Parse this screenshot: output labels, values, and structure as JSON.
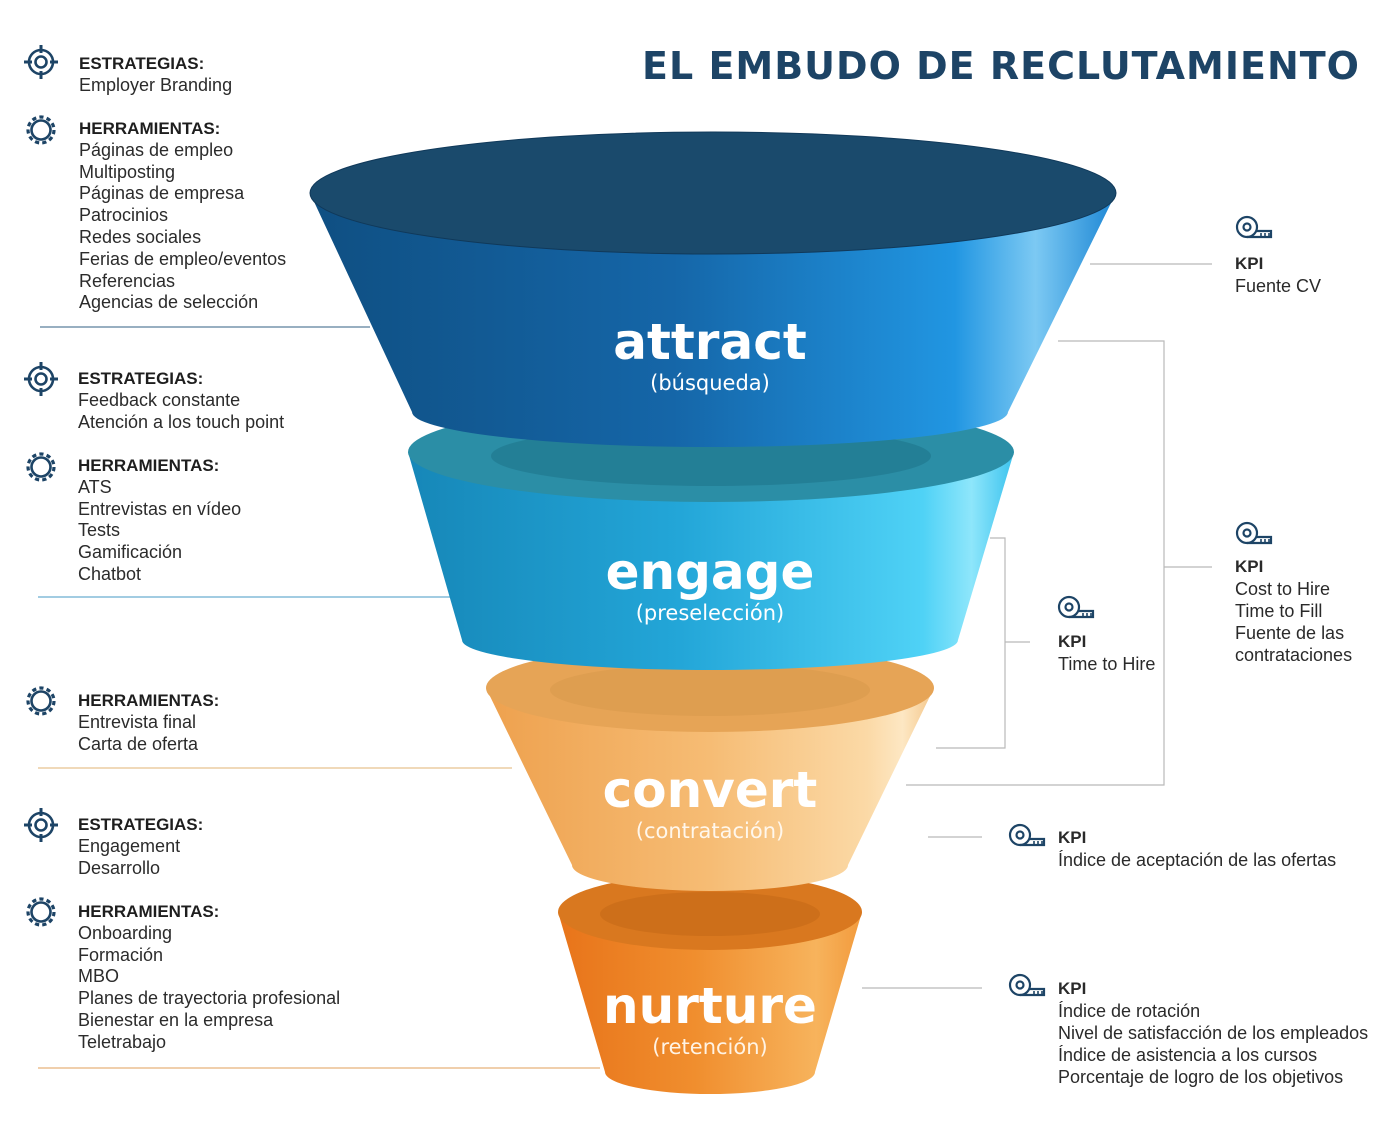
{
  "title": "EL EMBUDO DE RECLUTAMIENTO",
  "icons": {
    "strategy": "target-icon",
    "tools": "gear-icon",
    "kpi": "measuring-tape-icon"
  },
  "colors": {
    "attract": "#1a6fb5",
    "engage": "#2cb3e0",
    "convert": "#f4b66a",
    "nurture": "#f0882a",
    "title": "#1d4466"
  },
  "stages": [
    {
      "name": "attract",
      "subtitle": "(búsqueda)"
    },
    {
      "name": "engage",
      "subtitle": "(preselección)"
    },
    {
      "name": "convert",
      "subtitle": "(contratación)"
    },
    {
      "name": "nurture",
      "subtitle": "(retención)"
    }
  ],
  "left": {
    "attract_strategies": {
      "heading": "ESTRATEGIAS:",
      "items": [
        "Employer Branding"
      ]
    },
    "attract_tools": {
      "heading": "HERRAMIENTAS:",
      "items": [
        "Páginas de empleo",
        "Multiposting",
        "Páginas de empresa",
        "Patrocinios",
        "Redes sociales",
        "Ferias de empleo/eventos",
        "Referencias",
        "Agencias de selección"
      ]
    },
    "engage_strategies": {
      "heading": "ESTRATEGIAS:",
      "items": [
        "Feedback constante",
        "Atención a los touch point"
      ]
    },
    "engage_tools": {
      "heading": "HERRAMIENTAS:",
      "items": [
        "ATS",
        "Entrevistas en vídeo",
        "Tests",
        "Gamificación",
        "Chatbot"
      ]
    },
    "convert_tools": {
      "heading": "HERRAMIENTAS:",
      "items": [
        "Entrevista final",
        "Carta de oferta"
      ]
    },
    "nurture_strategies": {
      "heading": "ESTRATEGIAS:",
      "items": [
        "Engagement",
        "Desarrollo"
      ]
    },
    "nurture_tools": {
      "heading": "HERRAMIENTAS:",
      "items": [
        "Onboarding",
        "Formación",
        "MBO",
        "Planes de trayectoria profesional",
        "Bienestar en la empresa",
        "Teletrabajo"
      ]
    }
  },
  "kpis": {
    "attract": {
      "heading": "KPI",
      "items": [
        "Fuente CV"
      ]
    },
    "overall": {
      "heading": "KPI",
      "items": [
        "Cost to Hire",
        "Time to Fill",
        "Fuente de las",
        "contrataciones"
      ]
    },
    "engage_convert": {
      "heading": "KPI",
      "items": [
        "Time to Hire"
      ]
    },
    "convert": {
      "heading": "KPI",
      "items": [
        "Índice de aceptación de las ofertas"
      ]
    },
    "nurture": {
      "heading": "KPI",
      "items": [
        "Índice de rotación",
        "Nivel de satisfacción de los empleados",
        "Índice de asistencia a los cursos",
        "Porcentaje de logro de los objetivos"
      ]
    }
  }
}
